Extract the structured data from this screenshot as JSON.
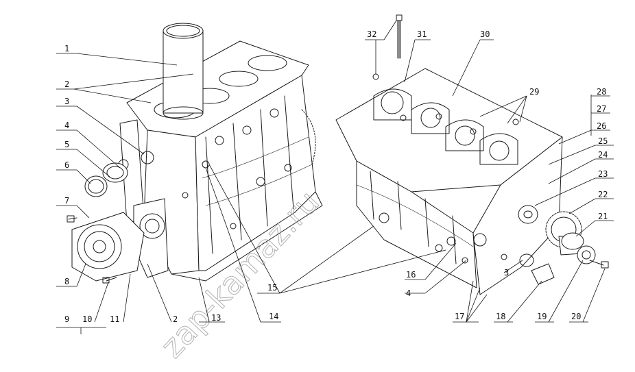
{
  "watermark": "zap-kamaz.ru",
  "callouts": {
    "c1": "1",
    "c2a": "2",
    "c2b": "2",
    "c3a": "3",
    "c3b": "3",
    "c4a": "4",
    "c4b": "4",
    "c5": "5",
    "c6": "6",
    "c7": "7",
    "c8": "8",
    "c9": "9",
    "c10": "10",
    "c11": "11",
    "c13": "13",
    "c14": "14",
    "c15": "15",
    "c16": "16",
    "c17": "17",
    "c18": "18",
    "c19": "19",
    "c20": "20",
    "c21": "21",
    "c22": "22",
    "c23": "23",
    "c24": "24",
    "c25": "25",
    "c26": "26",
    "c27": "27",
    "c28": "28",
    "c29": "29",
    "c30": "30",
    "c31": "31",
    "c32": "32"
  }
}
